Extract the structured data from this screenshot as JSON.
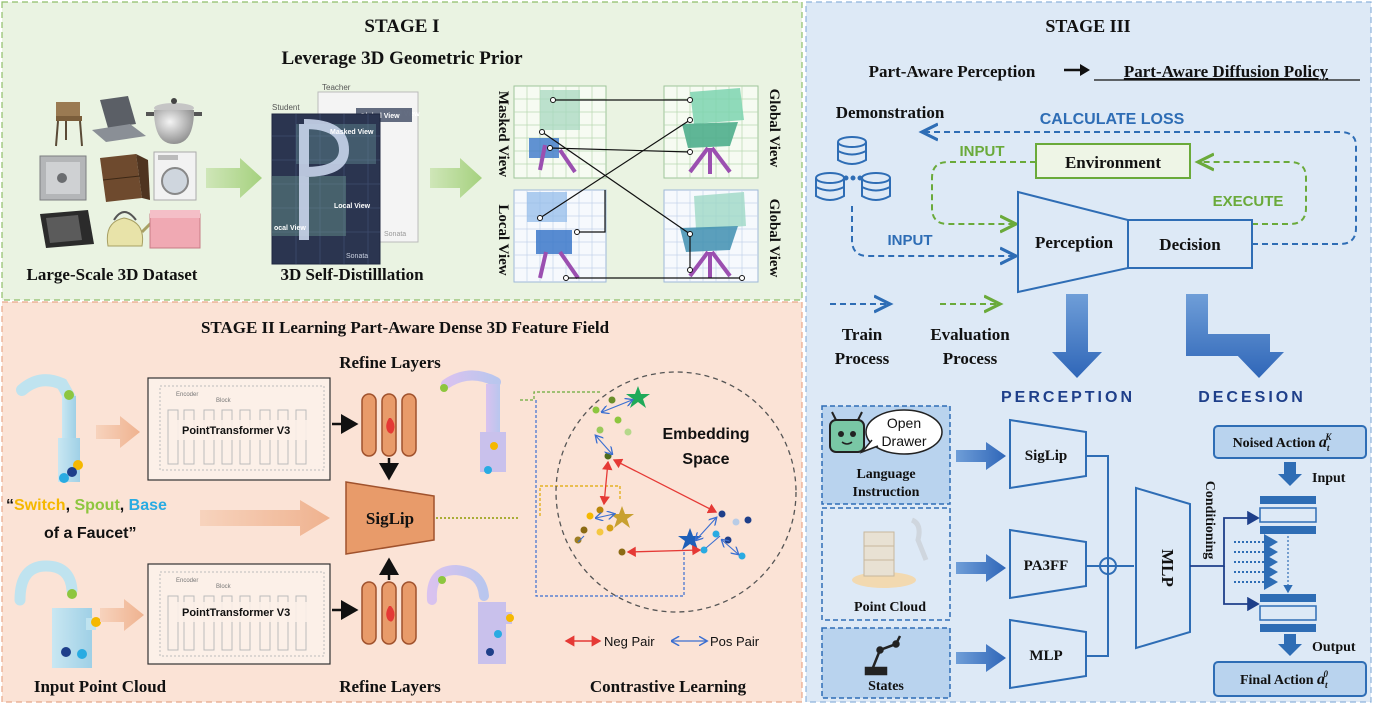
{
  "colors": {
    "stage1_bg": "#eaf3e2",
    "stage2_bg": "#fbe3d6",
    "stage3_bg": "#dde9f6",
    "blue_arrow": "#2e6db5",
    "green_arrow": "#6aaa3a",
    "orange_block": "#e89b6a",
    "box_blue": "#b9d3ee"
  },
  "stage1": {
    "title": "STAGE I",
    "subtitle": "Leverage 3D Geometric Prior",
    "dataset_label": "Large-Scale 3D Dataset",
    "distill_label": "3D Self-Distilllation",
    "card_labels": {
      "teacher": "Teacher",
      "student": "Student",
      "global_view": "Global View",
      "masked_view": "Masked View",
      "local_view": "Local View",
      "local_view_short": "ocal View",
      "sonata": "Sonata",
      "sonata_faint": "Sonata"
    },
    "view_labels": {
      "masked_view": "Masked View",
      "local_view": "Local View",
      "global_view_1": "Global View",
      "global_view_2": "Global View"
    }
  },
  "stage2": {
    "title": "STAGE II  Learning Part-Aware Dense 3D Feature Field",
    "refine_top": "Refine Layers",
    "refine_bottom": "Refine Layers",
    "backbone_top": "PointTransformer V3",
    "backbone_bottom": "PointTransformer V3",
    "encoder_label": "Encoder",
    "block_label": "Block",
    "layer_labels": [
      "Grid Pool",
      "Shuffle Order",
      "xCPE",
      "LayerNorm",
      "Attention",
      "LayerNorm",
      "MLP"
    ],
    "prompt_switch": "Switch",
    "prompt_comma1": ", ",
    "prompt_spout": "Spout",
    "prompt_comma2": ", ",
    "prompt_base": "Base",
    "prompt_line2": "of a Faucet",
    "quote_open": "“",
    "quote_close": "”",
    "siglip_label": "SigLip",
    "embedding_label_1": "Embedding",
    "embedding_label_2": "Space",
    "input_label": "Input Point Cloud",
    "contrastive_label": "Contrastive Learning",
    "neg_pair": "Neg Pair",
    "pos_pair": "Pos Pair",
    "prompt_colors": {
      "switch": "#f5b800",
      "spout": "#8dc63f",
      "base": "#29abe2"
    }
  },
  "stage3": {
    "title": "STAGE III",
    "heading_left": "Part-Aware Perception",
    "heading_right": "Part-Aware Diffusion Policy",
    "demonstration": "Demonstration",
    "calculate_loss": "CALCULATE LOSS",
    "input_green": "INPUT",
    "input_blue": "INPUT",
    "execute": "EXECUTE",
    "environment": "Environment",
    "perception": "Perception",
    "decision": "Decision",
    "train_process_1": "Train",
    "train_process_2": "Process",
    "eval_process_1": "Evaluation",
    "eval_process_2": "Process",
    "perception_caps": "PERCEPTION",
    "decision_caps": "DECESION",
    "speech_line1": "Open",
    "speech_line2": "Drawer",
    "language_1": "Language",
    "language_2": "Instruction",
    "point_cloud": "Point Cloud",
    "states": "States",
    "enc_siglip": "SigLip",
    "enc_pa3ff": "PA3FF",
    "enc_mlp": "MLP",
    "big_mlp": "MLP",
    "conditioning": "Conditioning",
    "noised_action": "Noised Action ",
    "noised_sym": "a",
    "noised_sub": "t",
    "noised_sup": "K",
    "input_small": "Input",
    "output_small": "Output",
    "final_action": "Final Action ",
    "final_sym": "a",
    "final_sub": "t",
    "final_sup": "0"
  }
}
